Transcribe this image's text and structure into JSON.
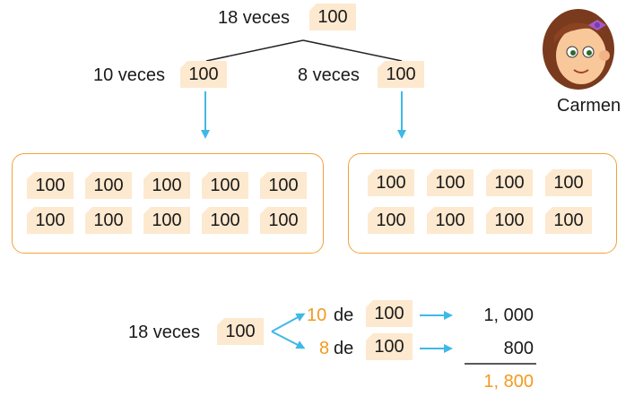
{
  "top": {
    "times_label": "18 veces",
    "value": "100"
  },
  "left_branch": {
    "times_label": "10 veces",
    "value": "100"
  },
  "right_branch": {
    "times_label": "8 veces",
    "value": "100"
  },
  "character": {
    "name": "Carmen"
  },
  "left_group": {
    "tiles": [
      "100",
      "100",
      "100",
      "100",
      "100",
      "100",
      "100",
      "100",
      "100",
      "100"
    ]
  },
  "right_group": {
    "tiles": [
      "100",
      "100",
      "100",
      "100",
      "100",
      "100",
      "100",
      "100"
    ]
  },
  "calculation": {
    "times_label": "18 veces",
    "value": "100",
    "row1": {
      "count": "10",
      "of": "de",
      "value": "100",
      "result": "1, 000"
    },
    "row2": {
      "count": "8",
      "of": "de",
      "value": "100",
      "result": "800"
    },
    "total": "1, 800"
  },
  "colors": {
    "tile": "#fde9cf",
    "arrow": "#3fb8e8",
    "orange": "#f29a1f",
    "box_border": "#f2a33a"
  }
}
